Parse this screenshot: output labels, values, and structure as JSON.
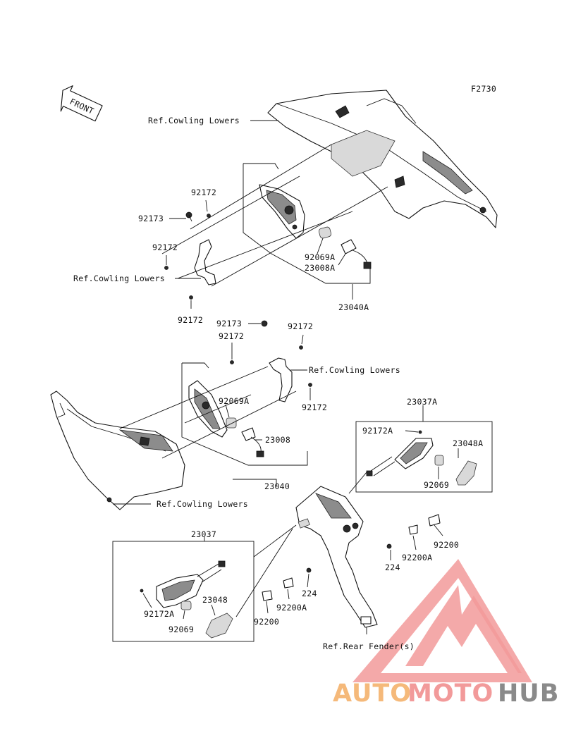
{
  "figure_code": "F2730",
  "front_label": "FRONT",
  "refs": {
    "cowling_lowers": "Ref.Cowling Lowers",
    "rear_fender": "Ref.Rear Fender(s)"
  },
  "parts": {
    "p92172": "92172",
    "p92173": "92173",
    "p92069A": "92069A",
    "p23008A": "23008A",
    "p23040A": "23040A",
    "p23008": "23008",
    "p23040": "23040",
    "p23037A": "23037A",
    "p92172A": "92172A",
    "p23048A": "23048A",
    "p92069": "92069",
    "p224": "224",
    "p92200A": "92200A",
    "p92200": "92200",
    "p23037": "23037",
    "p23048": "23048"
  },
  "watermark": {
    "part1": "AUTO",
    "part2": "MOTO",
    "part3": "HUB",
    "color_orange": "#f5b97a",
    "color_pink": "#f29a9a",
    "color_gray": "#8a8a8a"
  }
}
